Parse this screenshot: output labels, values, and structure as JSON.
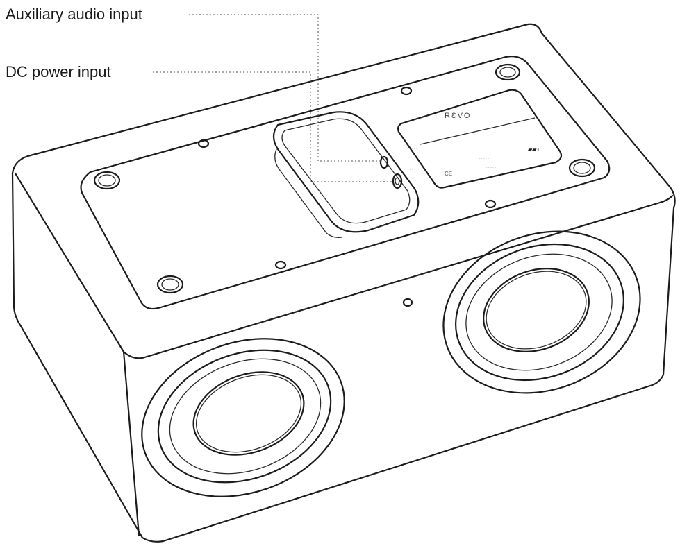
{
  "callouts": {
    "aux": "Auxiliary audio input",
    "dc": "DC power input"
  },
  "rating_label": {
    "brand": "RƐVO"
  }
}
